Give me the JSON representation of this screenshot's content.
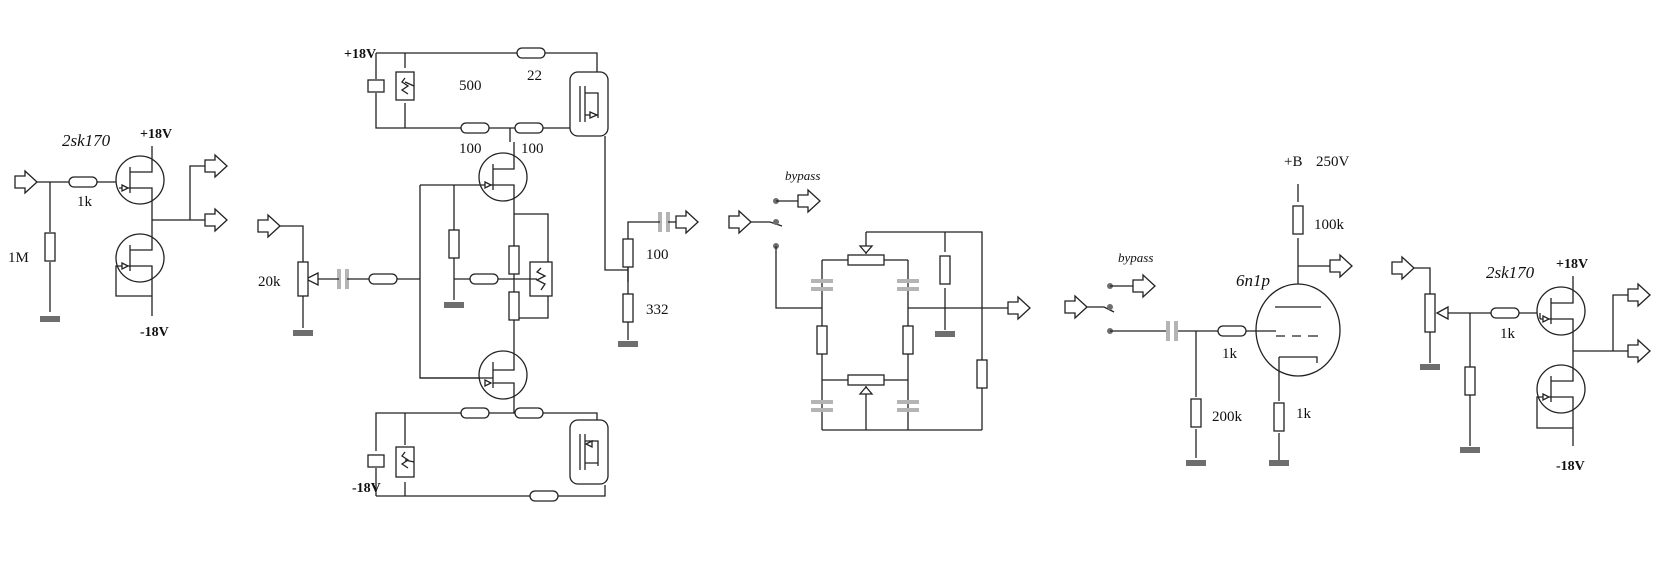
{
  "colors": {
    "wire": "#222222",
    "ground": "#6e6e6e",
    "capacitor": "#b4b4b4",
    "background": "#ffffff"
  },
  "icons": [
    "jfet-symbol",
    "mosfet-symbol",
    "triode-tube-symbol",
    "resistor-symbol",
    "capacitor-symbol",
    "ground-symbol",
    "port-arrow-symbol",
    "potentiometer-symbol"
  ],
  "stage1": {
    "transistor": "2sk170",
    "pos_rail": "+18V",
    "neg_rail": "-18V",
    "r_series": "1k",
    "r_input": "1M"
  },
  "stage2": {
    "pos_rail": "+18V",
    "neg_rail": "-18V",
    "r_22": "22",
    "r_500": "500",
    "r_top_a": "100",
    "r_top_b": "100",
    "r_out_a": "100",
    "r_out_b": "332",
    "pot": "20k"
  },
  "stage3": {
    "switch_label": "bypass"
  },
  "stage4": {
    "switch_label": "bypass",
    "tube": "6n1p",
    "supply_a": "+B",
    "supply_b": "250V",
    "r_plate": "100k",
    "r_grid": "1k",
    "r_leak": "200k",
    "r_cathode": "1k"
  },
  "stage5": {
    "transistor": "2sk170",
    "pos_rail": "+18V",
    "neg_rail": "-18V",
    "r_series": "1k"
  }
}
